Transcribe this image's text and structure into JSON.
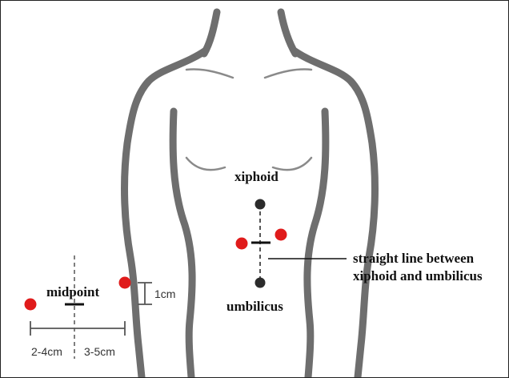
{
  "labels": {
    "xiphoid": "xiphoid",
    "umbilicus": "umbilicus",
    "midpoint": "midpoint",
    "distance_1": "1cm",
    "distance_left": "2-4cm",
    "distance_right": "3-5cm",
    "annotation_line1": "straight line between",
    "annotation_line2": "xiphoid and umbilicus"
  },
  "colors": {
    "body_outline": "#6e6e6e",
    "marker_red": "#e01b1b",
    "landmark_dark": "#2b2b2b",
    "text": "#111111"
  }
}
